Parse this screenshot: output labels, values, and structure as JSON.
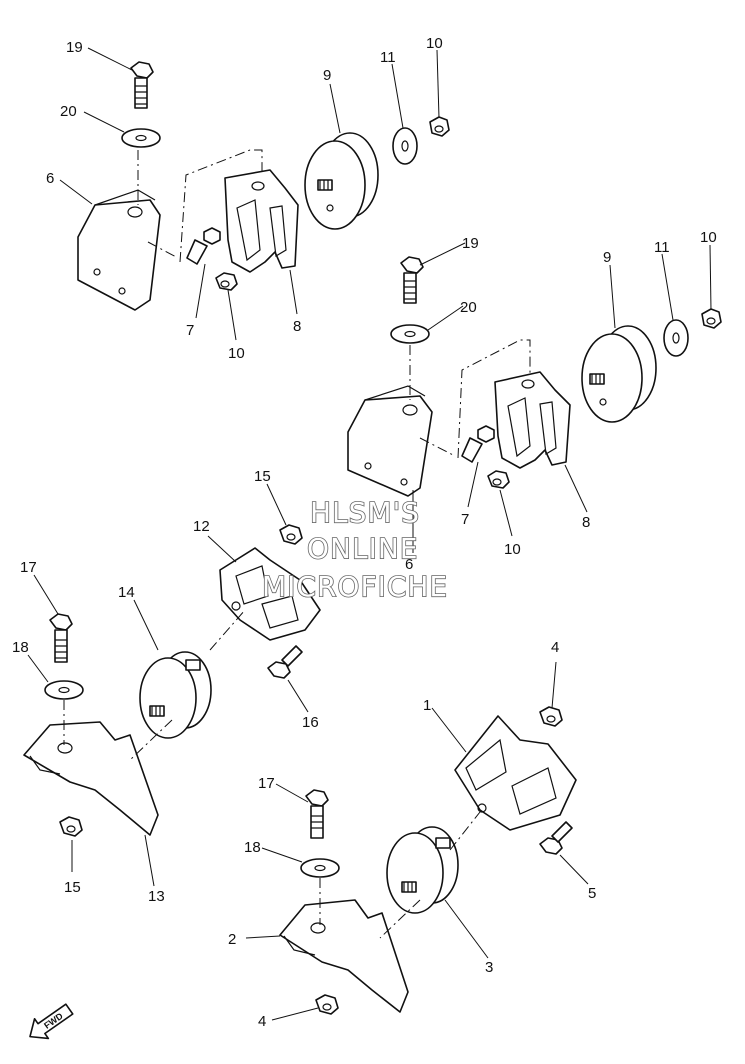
{
  "diagram": {
    "callouts": {
      "c19a": "19",
      "c20a": "20",
      "c6a": "6",
      "c9a": "9",
      "c11a": "11",
      "c10a": "10",
      "c7a": "7",
      "c10b": "10",
      "c8a": "8",
      "c19b": "19",
      "c20b": "20",
      "c9b": "9",
      "c11b": "11",
      "c10c": "10",
      "c7b": "7",
      "c10d": "10",
      "c8b": "8",
      "c6b": "6",
      "c15a": "15",
      "c12": "12",
      "c17a": "17",
      "c14": "14",
      "c18a": "18",
      "c16": "16",
      "c15b": "15",
      "c13": "13",
      "c4a": "4",
      "c1": "1",
      "c17b": "17",
      "c5": "5",
      "c18b": "18",
      "c2": "2",
      "c3": "3",
      "c4b": "4"
    },
    "watermark": {
      "line1": "HLSM'S",
      "line2": "ONLINE",
      "line3": "MICROFICHE"
    },
    "fwd_label": "FWD"
  }
}
